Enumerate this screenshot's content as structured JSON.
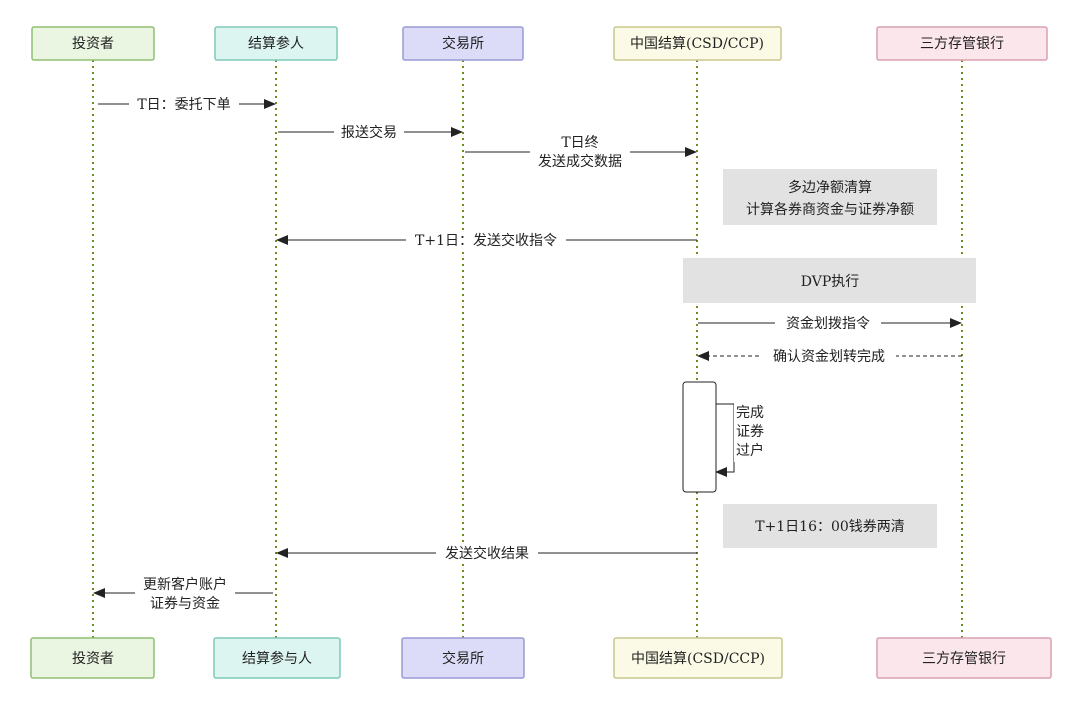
{
  "participants": {
    "top": [
      "投资者",
      "结算参人",
      "交易所",
      "中国结算(CSD/CCP)",
      "三方存管银行"
    ],
    "bottom": [
      "投资者",
      "结算参与人",
      "交易所",
      "中国结算(CSD/CCP)",
      "三方存管银行"
    ],
    "fills": [
      "#eaf6e2",
      "#dcf5f0",
      "#dcdcf8",
      "#fbfae6",
      "#fbe6ec"
    ],
    "strokes": [
      "#8fbf73",
      "#7fc9b8",
      "#9a9ad6",
      "#c8c78e",
      "#d9a0b2"
    ]
  },
  "lifeline_color": "#6b8e23",
  "messages": [
    {
      "label": "T日：委托下单",
      "from": "投资者",
      "to": "结算参人",
      "style": "solid"
    },
    {
      "label": "报送交易",
      "from": "结算参人",
      "to": "交易所",
      "style": "solid"
    },
    {
      "label": "T日终",
      "label2": "发送成交数据",
      "from": "交易所",
      "to": "中国结算(CSD/CCP)",
      "style": "solid"
    },
    {
      "label": "T+1日：发送交收指令",
      "from": "中国结算(CSD/CCP)",
      "to": "结算参人",
      "style": "solid"
    },
    {
      "label": "资金划拨指令",
      "from": "中国结算(CSD/CCP)",
      "to": "三方存管银行",
      "style": "solid"
    },
    {
      "label": "确认资金划转完成",
      "from": "三方存管银行",
      "to": "中国结算(CSD/CCP)",
      "style": "dashed"
    },
    {
      "label": "发送交收结果",
      "from": "中国结算(CSD/CCP)",
      "to": "结算参人",
      "style": "solid"
    },
    {
      "label": "更新客户账户",
      "label2": "证券与资金",
      "from": "结算参人",
      "to": "投资者",
      "style": "solid"
    }
  ],
  "notes": [
    {
      "line1": "多边净额清算",
      "line2": "计算各券商资金与证券净额"
    },
    {
      "line1": "DVP执行"
    },
    {
      "line1": "T+1日16：00钱券两清"
    }
  ],
  "self_message": {
    "lines": [
      "完成",
      "证券",
      "过户"
    ]
  }
}
